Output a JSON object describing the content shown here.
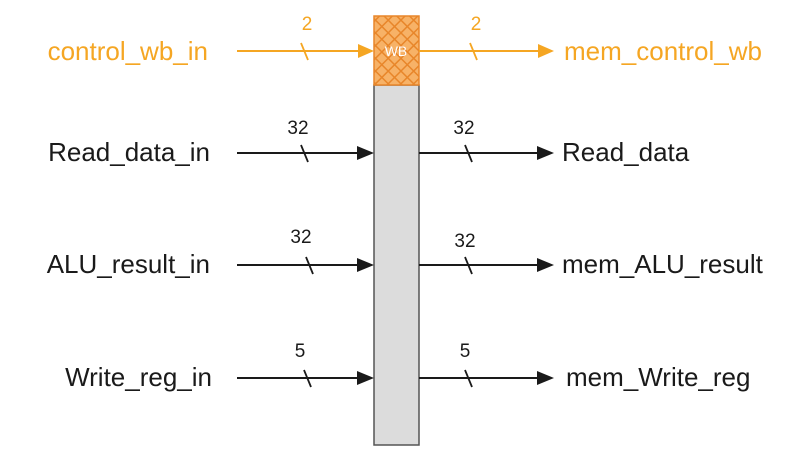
{
  "colors": {
    "control": "#f5a623",
    "data": "#1a1a1a",
    "register_fill": "#dcdcdc",
    "register_stroke": "#555555",
    "wb_hatch": "#e8862a"
  },
  "register": {
    "wb_label": "WB"
  },
  "signals": {
    "control_wb": {
      "input_label": "control_wb_in",
      "output_label": "mem_control_wb",
      "width_in": "2",
      "width_out": "2"
    },
    "read_data": {
      "input_label": "Read_data_in",
      "output_label": "Read_data",
      "width_in": "32",
      "width_out": "32"
    },
    "alu_result": {
      "input_label": "ALU_result_in",
      "output_label": "mem_ALU_result",
      "width_in": "32",
      "width_out": "32"
    },
    "write_reg": {
      "input_label": "Write_reg_in",
      "output_label": "mem_Write_reg",
      "width_in": "5",
      "width_out": "5"
    }
  }
}
